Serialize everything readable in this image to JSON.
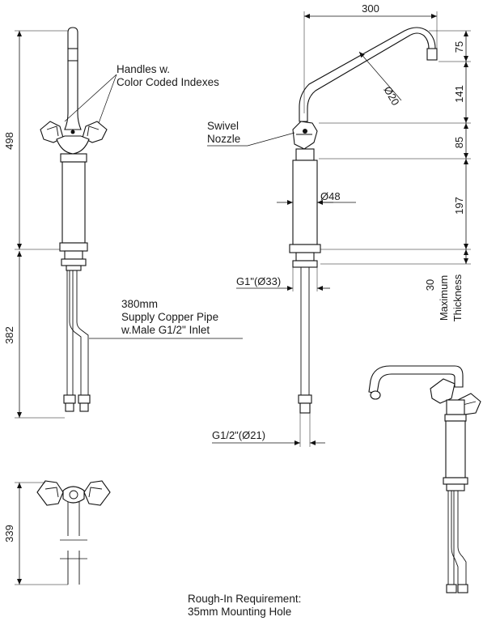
{
  "dimensions": {
    "width_top": "300",
    "height_total": "498",
    "pipe_length": "382",
    "side_height": "339",
    "d75": "75",
    "d141": "141",
    "d85": "85",
    "d197": "197",
    "spout_dia": "20",
    "body_dia": "48",
    "g1": "G1\"(",
    "g1_dia": "33)",
    "g12": "G1/2\"(",
    "g12_dia": "21)",
    "max_thick": "30",
    "max_word": "Maximum",
    "thick_word": "Thickness"
  },
  "labels": {
    "handles_l1": "Handles w.",
    "handles_l2": "Color Coded Indexes",
    "swivel_l1": "Swivel",
    "swivel_l2": "Nozzle",
    "pipe_l1": "380mm",
    "pipe_l2": "Supply Copper Pipe",
    "pipe_l3": "w.Male G1/2\" Inlet",
    "rough_l1": "Rough-In Requirement:",
    "rough_l2": "35mm Mounting Hole"
  },
  "symbols": {
    "diameter": "Ø"
  }
}
